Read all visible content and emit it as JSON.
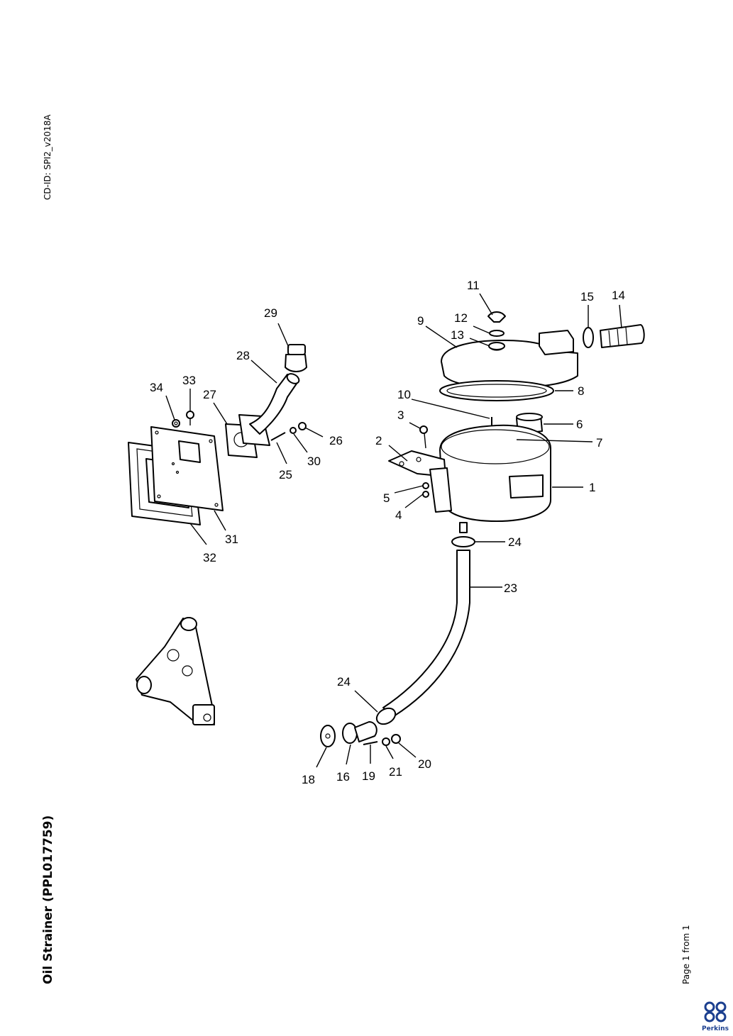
{
  "header": {
    "cd_id": "CD-ID: SPI2_v2018A"
  },
  "title": "Oil Strainer (PPL017759)",
  "footer": {
    "page": "Page 1 from 1"
  },
  "brand": {
    "name": "Perkins",
    "color": "#1b3f8f"
  },
  "callouts": {
    "c1": "1",
    "c2": "2",
    "c3": "3",
    "c4": "4",
    "c5": "5",
    "c6": "6",
    "c7": "7",
    "c8": "8",
    "c9": "9",
    "c10": "10",
    "c11": "11",
    "c12": "12",
    "c13": "13",
    "c14": "14",
    "c15": "15",
    "c16": "16",
    "c18": "18",
    "c19": "19",
    "c20": "20",
    "c21": "21",
    "c23": "23",
    "c24a": "24",
    "c24b": "24",
    "c25": "25",
    "c26": "26",
    "c27": "27",
    "c28": "28",
    "c29": "29",
    "c30": "30",
    "c31": "31",
    "c32": "32",
    "c33": "33",
    "c34": "34"
  }
}
